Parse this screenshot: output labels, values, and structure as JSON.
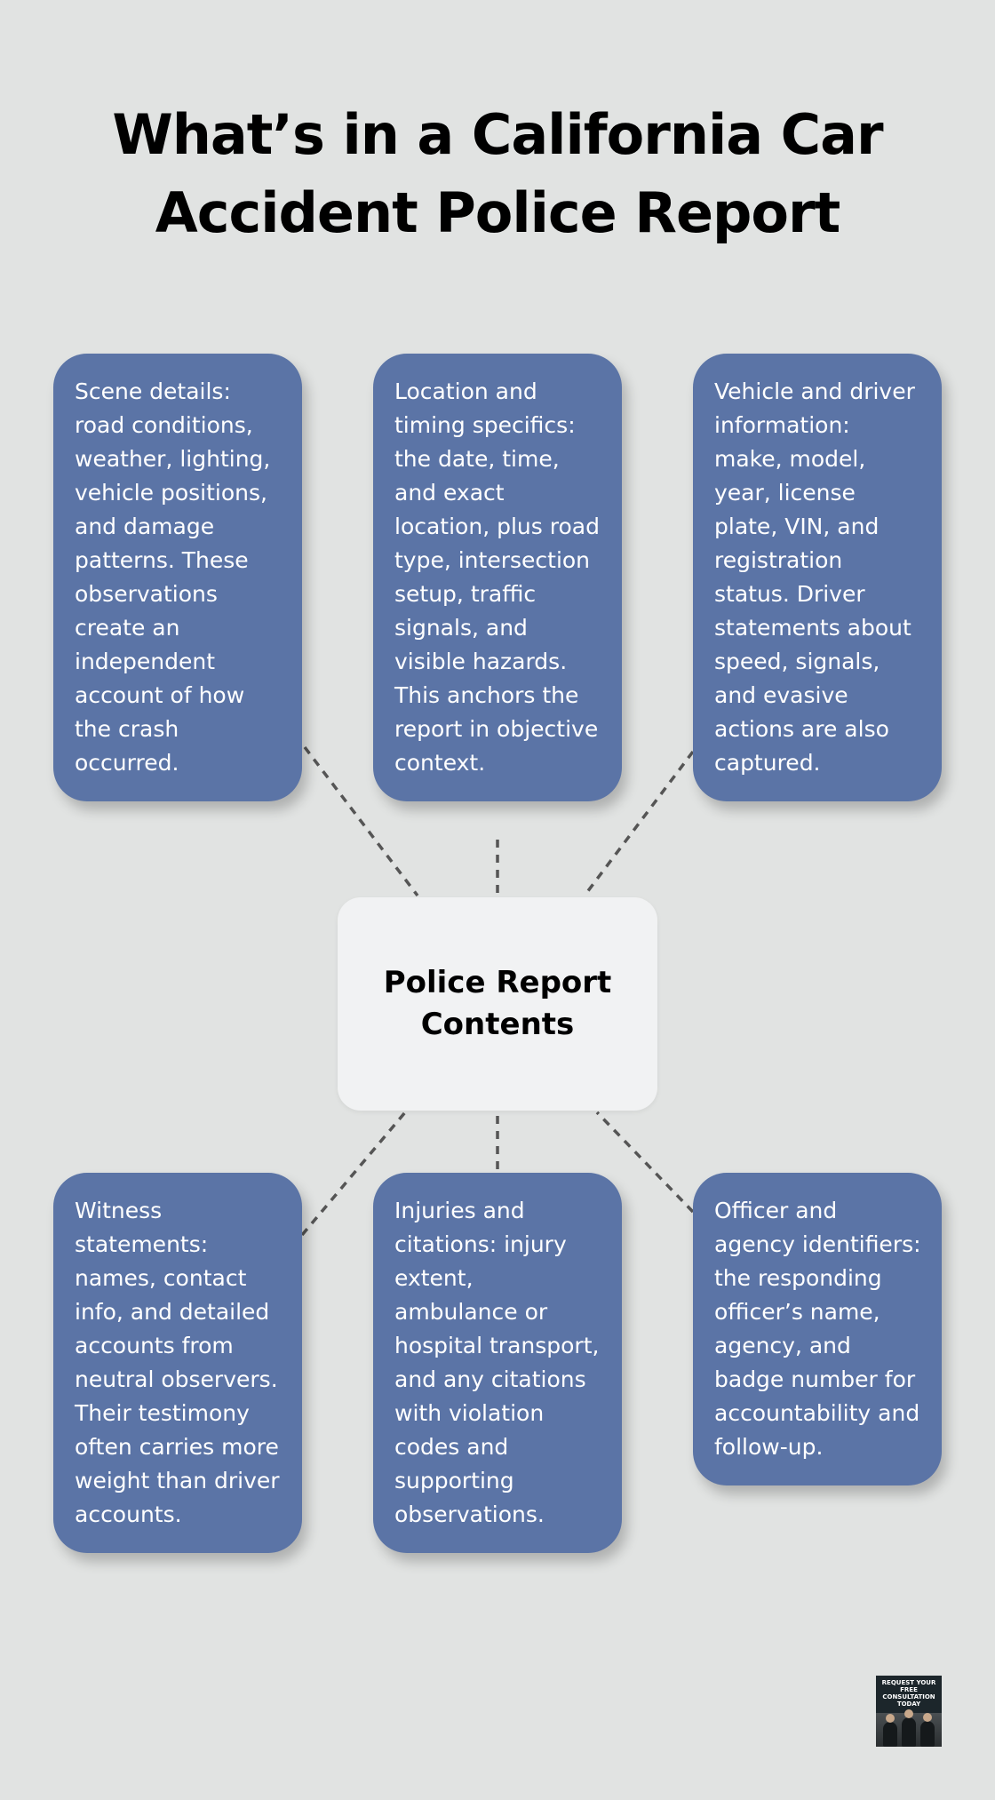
{
  "title": "What’s in a California Car Accident Police Report",
  "center": {
    "label": "Police Report Contents"
  },
  "cards": [
    "Scene details: road conditions, weather, lighting, vehicle positions, and damage patterns. These observations create an independent account of how the crash occurred.",
    "Location and timing specifics: the date, time, and exact location, plus road type, intersection setup, traffic signals, and visible hazards. This anchors the report in objective context.",
    "Vehicle and driver information: make, model, year, license plate, VIN, and registration status. Driver statements about speed, signals, and evasive actions are also captured.",
    "Witness statements: names, contact info, and detailed accounts from neutral observers. Their testimony often carries more weight than driver accounts.",
    "Injuries and citations: injury extent, ambulance or hospital transport, and any citations with violation codes and supporting observations.",
    "Officer and agency identifiers: the responding officer’s name, agency, and badge number for accountability and follow-up."
  ],
  "badge": {
    "text": "REQUEST YOUR FREE CONSULTATION TODAY"
  },
  "colors": {
    "background": "#e1e3e2",
    "card": "#5b74a6",
    "center_box": "#f1f2f3",
    "connector": "#555555"
  },
  "icons": {
    "badge_logo": "consultation-badge-icon"
  }
}
